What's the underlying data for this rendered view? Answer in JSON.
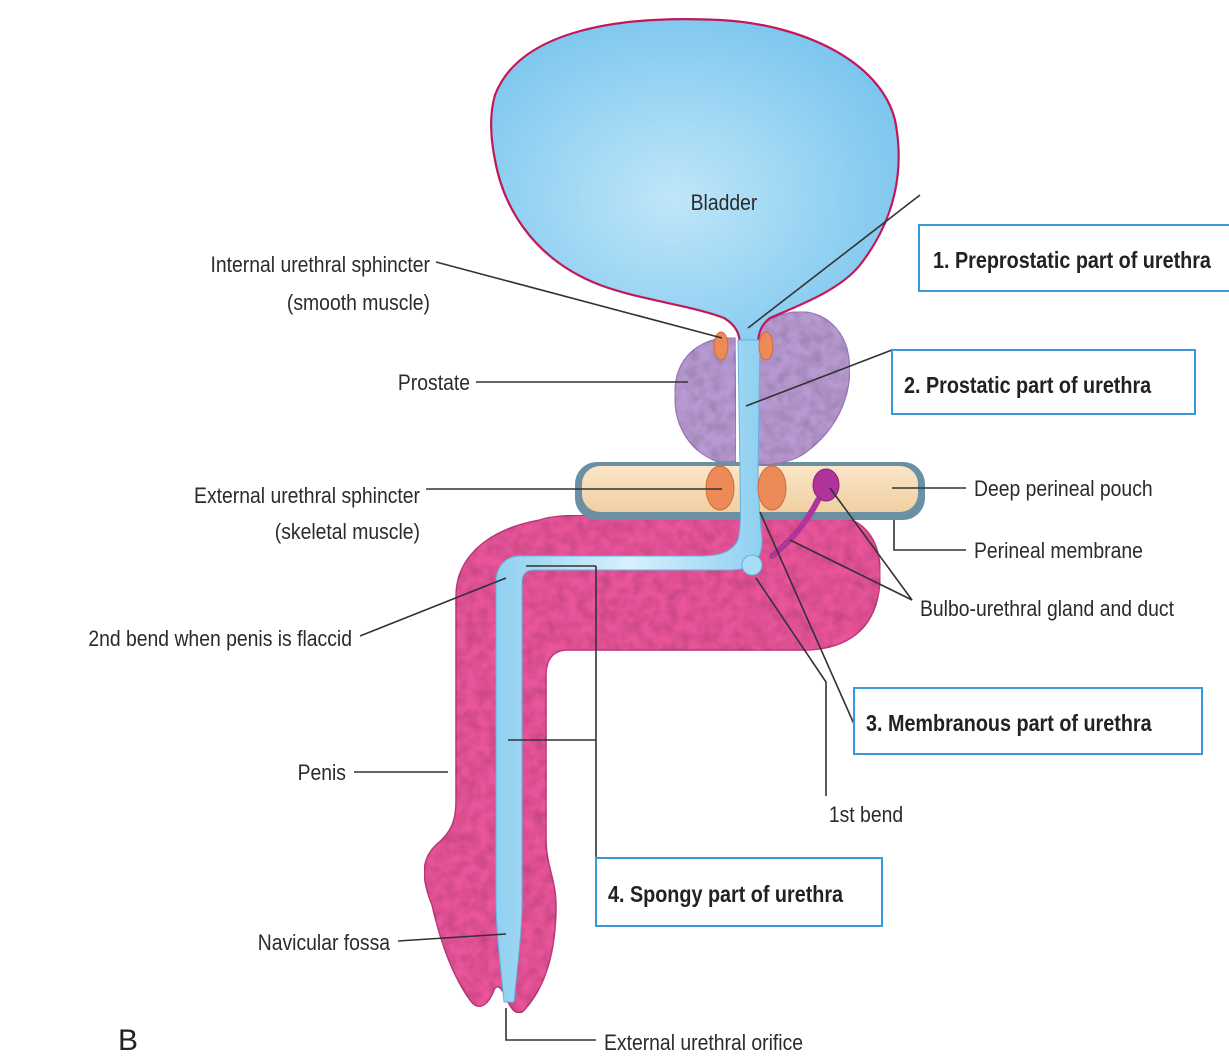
{
  "figure_letter": "B",
  "colors": {
    "bladder": "#8ccff0",
    "bladder_outline": "#c2185b",
    "urethra": "#a9dcf5",
    "prostate": "#b79ad2",
    "sphincter": "#ec8a58",
    "perineal_pouch": "#f5d7ae",
    "perineal_membrane": "#6b8fa3",
    "penis": "#e8559a",
    "bulbourethral_gland": "#b0349a",
    "box_border": "#3a9ad9"
  },
  "labels": {
    "bladder": "Bladder",
    "internal_sphincter_line1": "Internal urethral sphincter",
    "internal_sphincter_line2": "(smooth muscle)",
    "prostate": "Prostate",
    "external_sphincter_line1": "External urethral sphincter",
    "external_sphincter_line2": "(skeletal muscle)",
    "second_bend": "2nd bend when penis is flaccid",
    "penis": "Penis",
    "navicular_fossa": "Navicular fossa",
    "external_urethral_orifice": "External urethral orifice",
    "deep_perineal_pouch": "Deep perineal pouch",
    "perineal_membrane": "Perineal membrane",
    "bulbourethral_gland": "Bulbo-urethral gland and duct",
    "first_bend": "1st bend"
  },
  "parts": [
    {
      "id": "preprostatic",
      "label": "1. Preprostatic part of urethra"
    },
    {
      "id": "prostatic",
      "label": "2. Prostatic part of urethra"
    },
    {
      "id": "membranous",
      "label": "3. Membranous part of urethra"
    },
    {
      "id": "spongy",
      "label": "4. Spongy part of urethra"
    }
  ]
}
